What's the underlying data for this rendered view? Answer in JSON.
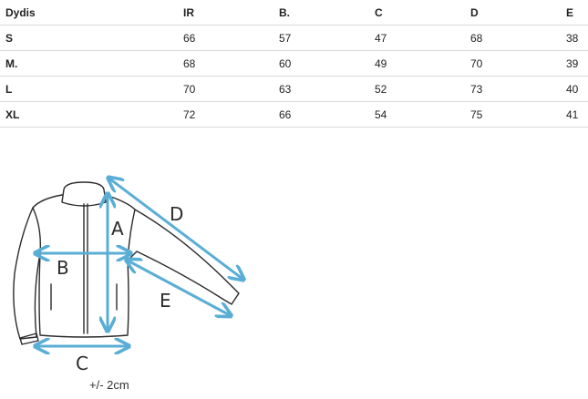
{
  "table": {
    "headers": [
      "Dydis",
      "IR",
      "B.",
      "C",
      "D",
      "E"
    ],
    "rows": [
      [
        "S",
        "66",
        "57",
        "47",
        "68",
        "38"
      ],
      [
        "M.",
        "68",
        "60",
        "49",
        "70",
        "39"
      ],
      [
        "L",
        "70",
        "63",
        "52",
        "73",
        "40"
      ],
      [
        "XL",
        "72",
        "66",
        "54",
        "75",
        "41"
      ]
    ]
  },
  "diagram": {
    "labels": {
      "a": "A",
      "b": "B",
      "c": "C",
      "d": "D",
      "e": "E"
    },
    "arrow_color": "#5aaed6",
    "outline_color": "#2b2b2b"
  },
  "tolerance": "+/- 2cm"
}
